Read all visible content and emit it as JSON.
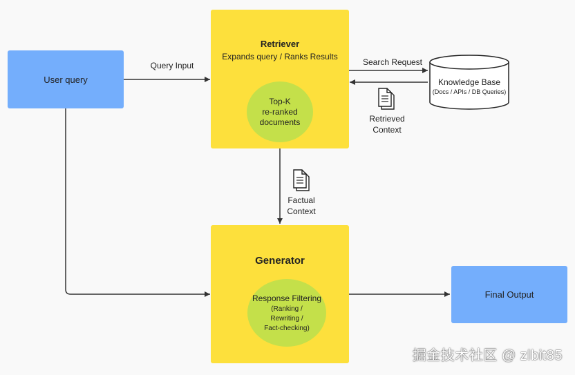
{
  "nodes": {
    "user_query": "User query",
    "retriever_title": "Retriever",
    "retriever_subtitle": "Expands query / Ranks Results",
    "topk": [
      "Top-K",
      "re-ranked",
      "documents"
    ],
    "knowledge_base_title": "Knowledge Base",
    "knowledge_base_subtitle": "(Docs / APIs / DB Queries)",
    "generator_title": "Generator",
    "response_filtering": "Response Filtering",
    "response_details": [
      "(Ranking /",
      "Rewriting /",
      "Fact-checking)"
    ],
    "final_output": "Final Output"
  },
  "edges": {
    "query_input": "Query Input",
    "search_request": "Search Request",
    "retrieved_context": [
      "Retrieved",
      "Context"
    ],
    "factual_context": [
      "Factual",
      "Context"
    ]
  },
  "watermark": "掘金技术社区 @ zlbit85"
}
